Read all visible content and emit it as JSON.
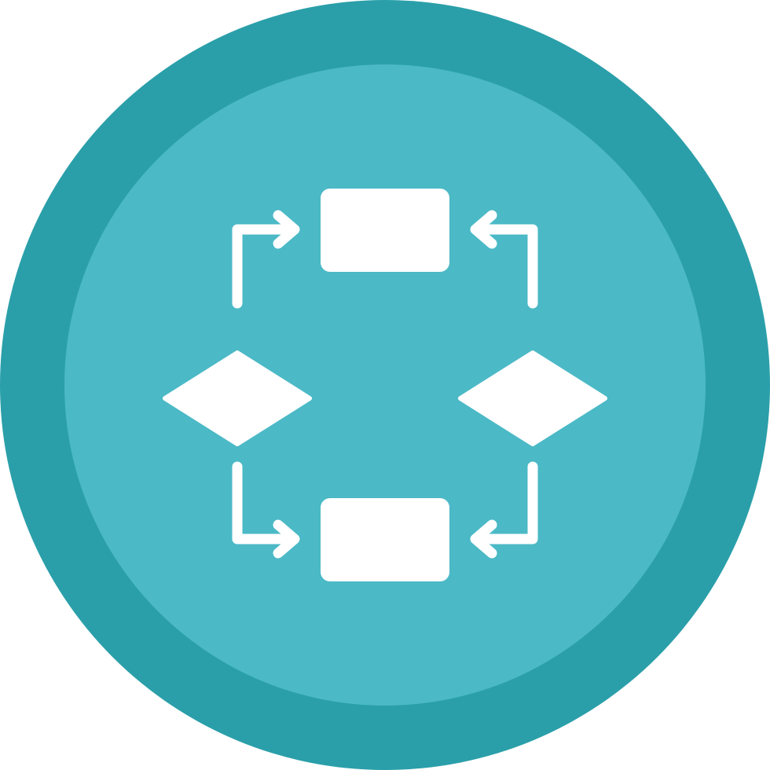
{
  "icon": {
    "name": "flowchart-process-icon",
    "colors": {
      "outer_ring": "#2a9fa9",
      "inner_disc": "#4bb9c6",
      "glyph": "#ffffff"
    },
    "elements": {
      "process_boxes": 2,
      "decision_diamonds": 2,
      "connector_arrows": 4
    }
  }
}
